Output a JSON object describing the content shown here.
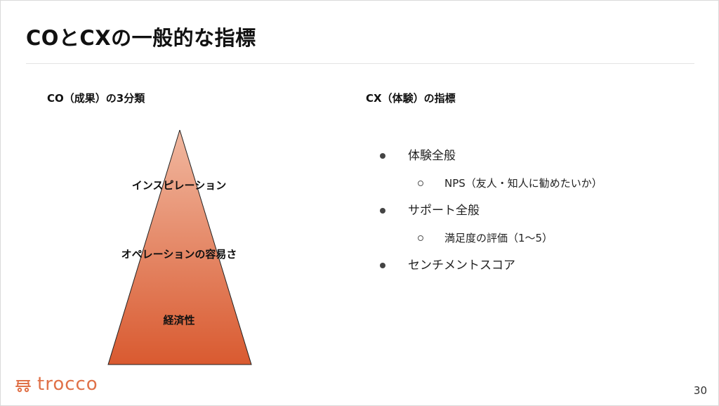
{
  "slide": {
    "title": "COとCXの一般的な指標",
    "page_number": "30"
  },
  "left": {
    "heading": "CO（成果）の3分類",
    "pyramid": {
      "top_label": "インスピレーション",
      "middle_label": "オペレーションの容易さ",
      "bottom_label": "経済性",
      "gradient_top_color": "#f1b8a0",
      "gradient_bottom_color": "#d95a30"
    }
  },
  "right": {
    "heading": "CX（体験）の指標",
    "items": [
      {
        "label": "体験全般",
        "sub": "NPS（友人・知人に勧めたいか）"
      },
      {
        "label": "サポート全般",
        "sub": "満足度の評価（1〜5）"
      },
      {
        "label": "センチメントスコア"
      }
    ]
  },
  "logo": {
    "text": "trocco",
    "icon": "trolley-icon",
    "color": "#e07148"
  }
}
